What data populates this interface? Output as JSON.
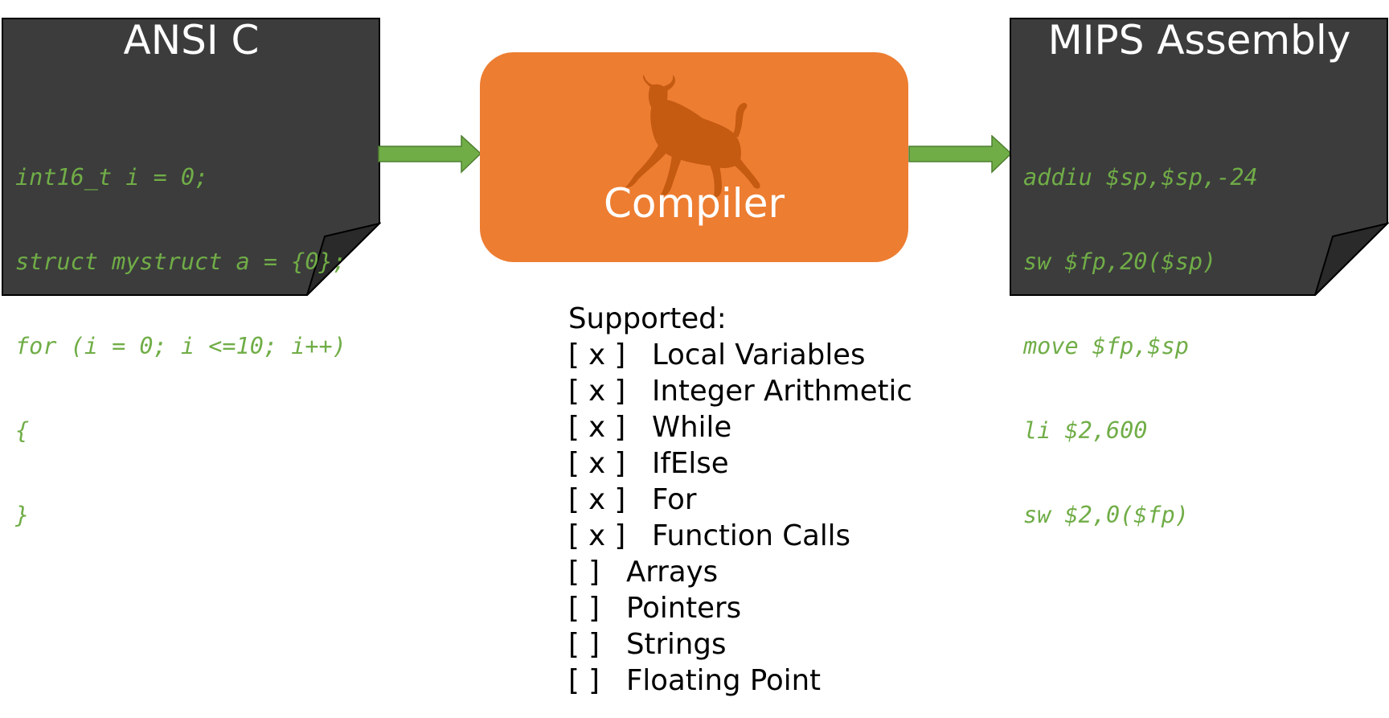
{
  "colors": {
    "doc_fill": "#3c3c3c",
    "doc_fold": "#2a2a2a",
    "code": "#70ad47",
    "arrow": "#70ad47",
    "arrow_stroke": "#4e7f30",
    "compiler_fill": "#ed7d31",
    "bull": "#c55a11"
  },
  "source_doc": {
    "title": "ANSI C",
    "lines": [
      "int16_t i = 0;",
      "struct mystruct a = {0};",
      "for (i = 0; i <=10; i++)",
      "{",
      "}"
    ]
  },
  "target_doc": {
    "title": "MIPS Assembly",
    "lines": [
      "addiu $sp,$sp,-24",
      "sw $fp,20($sp)",
      "move $fp,$sp",
      "li $2,600",
      "sw $2,0($fp)"
    ]
  },
  "compiler": {
    "label": "Compiler",
    "icon": "bull-icon"
  },
  "supported": {
    "title": "Supported:",
    "items": [
      {
        "box": "[ x ]",
        "label": "Local Variables",
        "checked": true
      },
      {
        "box": "[ x ]",
        "label": "Integer Arithmetic",
        "checked": true
      },
      {
        "box": "[ x ]",
        "label": "While",
        "checked": true
      },
      {
        "box": "[ x ]",
        "label": "IfElse",
        "checked": true
      },
      {
        "box": "[ x ]",
        "label": "For",
        "checked": true
      },
      {
        "box": "[ x ]",
        "label": "Function Calls",
        "checked": true
      },
      {
        "box": "[ ]",
        "label": "Arrays",
        "checked": false
      },
      {
        "box": "[ ]",
        "label": "Pointers",
        "checked": false
      },
      {
        "box": "[ ]",
        "label": "Strings",
        "checked": false
      },
      {
        "box": "[ ]",
        "label": "Floating Point",
        "checked": false
      }
    ]
  }
}
